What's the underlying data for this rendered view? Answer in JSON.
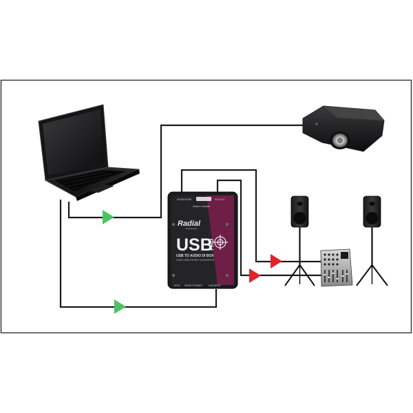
{
  "device": {
    "brand": "Radial",
    "brand_tag": "Engineering",
    "model_usb": "USB",
    "model_pro": "PRO",
    "subtitle": "USB TO AUDIO DI BOX",
    "subtitle2": "24-BIT USB STEREO CONVERTER",
    "top_label_left": "HEADPHONE",
    "top_label_mid": "XLR OUT",
    "made_in": "Made in Canada",
    "bottom_label_1": "LEVEL",
    "bottom_label_2": "MONO PHONES",
    "bottom_label_3": "USB INPUT"
  },
  "colors": {
    "device_body": "#1c1c1e",
    "device_accent": "#7a1f4e",
    "cable": "#1a1a1a",
    "arrow_green": "#4ec262",
    "arrow_red": "#e0242a",
    "frame": "#3a3a3a"
  },
  "icons": {
    "flow_arrow": "triangle-right",
    "crosshair": "crosshair-logo"
  }
}
